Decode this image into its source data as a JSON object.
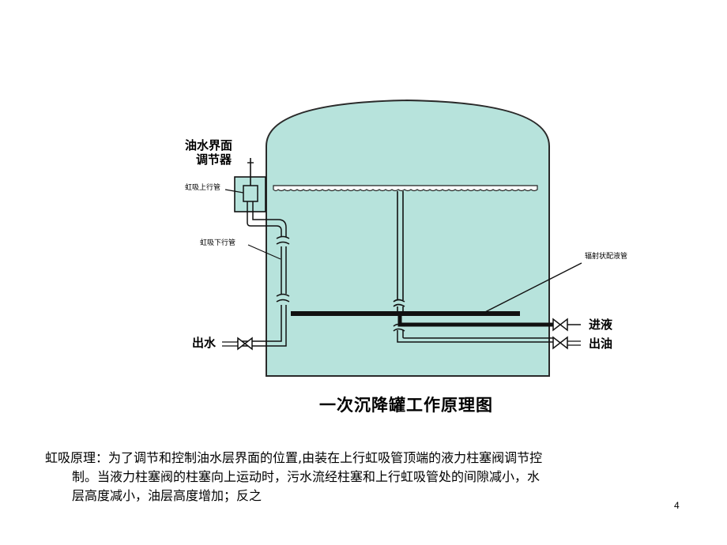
{
  "labels": {
    "interface_regulator_line1": "油水界面",
    "interface_regulator_line2": "调节器",
    "siphon_up_pipe": "虹吸上行管",
    "siphon_down_pipe": "虹吸下行管",
    "radial_distributor": "辐射状配液管",
    "inlet": "进液",
    "oil_outlet": "出油",
    "water_outlet": "出水"
  },
  "title": "一次沉降罐工作原理图",
  "description": {
    "line1": "虹吸原理：为了调节和控制油水层界面的位置,由装在上行虹吸管顶端的液力柱塞阀调节控",
    "line2": "制。当液力柱塞阀的柱塞向上运动时，污水流经柱塞和上行虹吸管处的间隙减小，水",
    "line3": "层高度减小，油层高度增加；反之"
  },
  "page_number": "4",
  "colors": {
    "tank_fill": "#b7e3dc",
    "pipe": "#111111"
  }
}
